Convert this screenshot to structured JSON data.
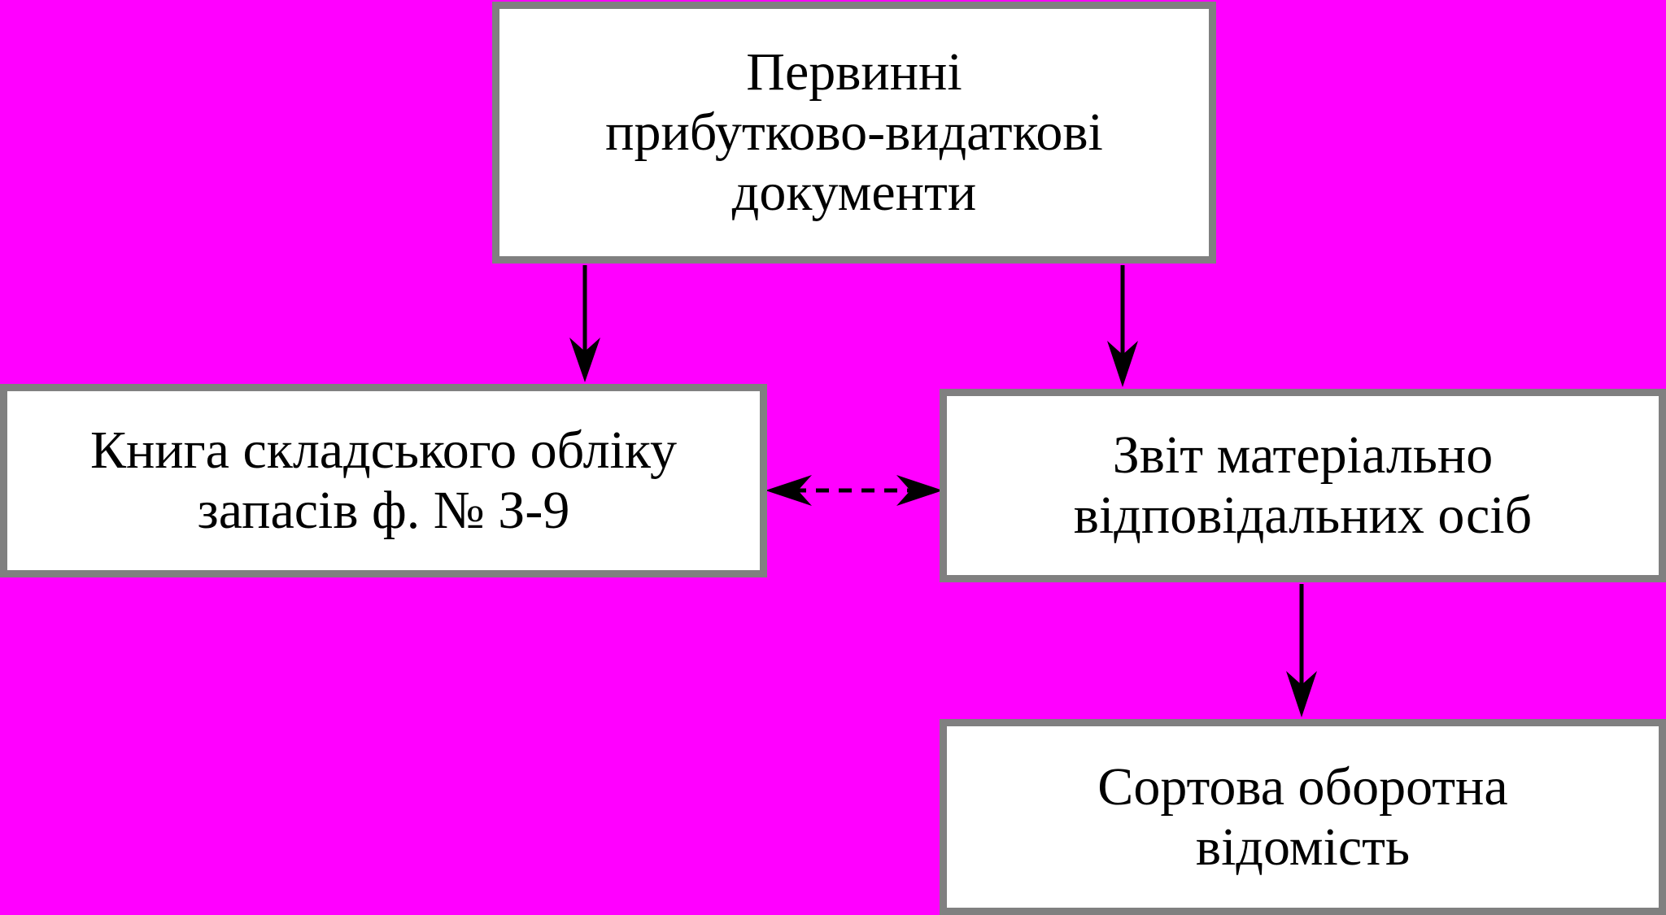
{
  "diagram": {
    "background_color": "#FF00FF",
    "box_border_color": "#808080",
    "arrow_color": "#000000",
    "nodes": [
      {
        "id": "primary",
        "label": "Первинні\nприбутково-видаткові\nдокументи"
      },
      {
        "id": "book",
        "label": "Книга складського обліку\nзапасів ф. № З-9"
      },
      {
        "id": "report",
        "label": "Звіт матеріально\nвідповідальних осіб"
      },
      {
        "id": "statement",
        "label": "Сортова оборотна\nвідомість"
      }
    ],
    "edges": [
      {
        "from": "primary",
        "to": "book",
        "style": "solid",
        "direction": "forward"
      },
      {
        "from": "primary",
        "to": "report",
        "style": "solid",
        "direction": "forward"
      },
      {
        "from": "book",
        "to": "report",
        "style": "dashed",
        "direction": "both"
      },
      {
        "from": "report",
        "to": "statement",
        "style": "solid",
        "direction": "forward"
      }
    ]
  }
}
